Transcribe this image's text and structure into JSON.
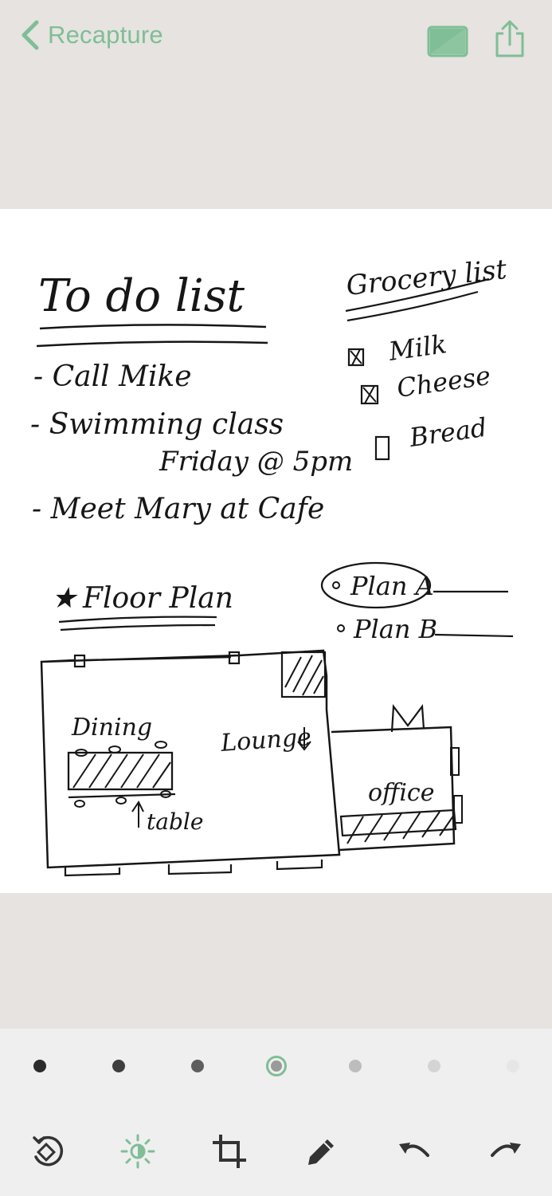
{
  "header": {
    "back_label": "Recapture",
    "accent": "#7fbe96"
  },
  "note": {
    "todo_title": "To do list",
    "todo_items": [
      "- Call Mike",
      "- Swimming class",
      "Friday @ 5pm",
      "- Meet Mary at Cafe"
    ],
    "grocery_title": "Grocery list",
    "grocery_items": [
      {
        "label": "Milk",
        "checked": true
      },
      {
        "label": "Cheese",
        "checked": true
      },
      {
        "label": "Bread",
        "checked": false
      }
    ],
    "floor_title": "Floor Plan",
    "plans": [
      "Plan A",
      "Plan B"
    ],
    "rooms": [
      "Dining",
      "Lounge",
      "office",
      "table"
    ]
  },
  "filters": {
    "count": 7,
    "selected_index": 3
  },
  "toolbar": {
    "icons": [
      "rotate-icon",
      "brightness-icon",
      "crop-icon",
      "pencil-icon",
      "undo-icon",
      "redo-icon"
    ]
  }
}
